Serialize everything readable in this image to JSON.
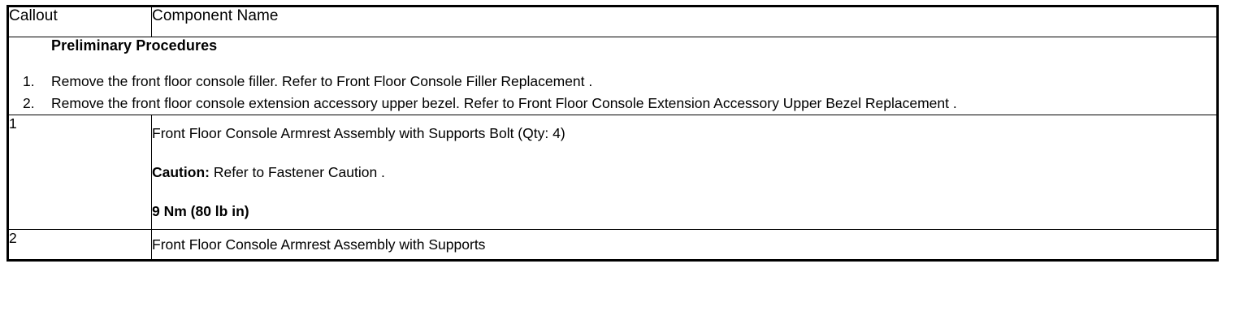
{
  "table": {
    "headers": {
      "callout": "Callout",
      "component_name": "Component Name"
    },
    "preliminary": {
      "title": "Preliminary Procedures",
      "items": [
        {
          "number": "1.",
          "text": "Remove the front floor console filler. Refer to Front Floor Console Filler Replacement ."
        },
        {
          "number": "2.",
          "text": "Remove the front floor console extension accessory upper bezel. Refer to Front Floor Console Extension Accessory Upper Bezel Replacement ."
        }
      ]
    },
    "rows": [
      {
        "callout": "1",
        "component": "Front Floor Console Armrest Assembly with Supports Bolt (Qty: 4)",
        "caution_label": "Caution:",
        "caution_text": "Refer to Fastener Caution .",
        "torque": "9 Nm (80 lb in)"
      },
      {
        "callout": "2",
        "component": "Front Floor Console Armrest Assembly with Supports"
      }
    ]
  }
}
